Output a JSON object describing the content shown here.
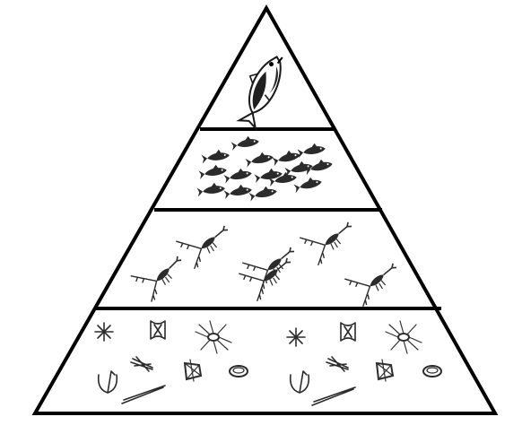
{
  "diagram": {
    "type": "trophic-pyramid",
    "tiers": [
      {
        "icon": "large-fish-icon",
        "count": 1
      },
      {
        "icon": "small-fish-icon",
        "count": 15
      },
      {
        "icon": "zooplankton-icon",
        "count": 6
      },
      {
        "icon": "phytoplankton-icon",
        "count": 16
      }
    ],
    "colors": {
      "line": "#000000",
      "ink": "#2b2b2b",
      "background": "#ffffff"
    }
  }
}
